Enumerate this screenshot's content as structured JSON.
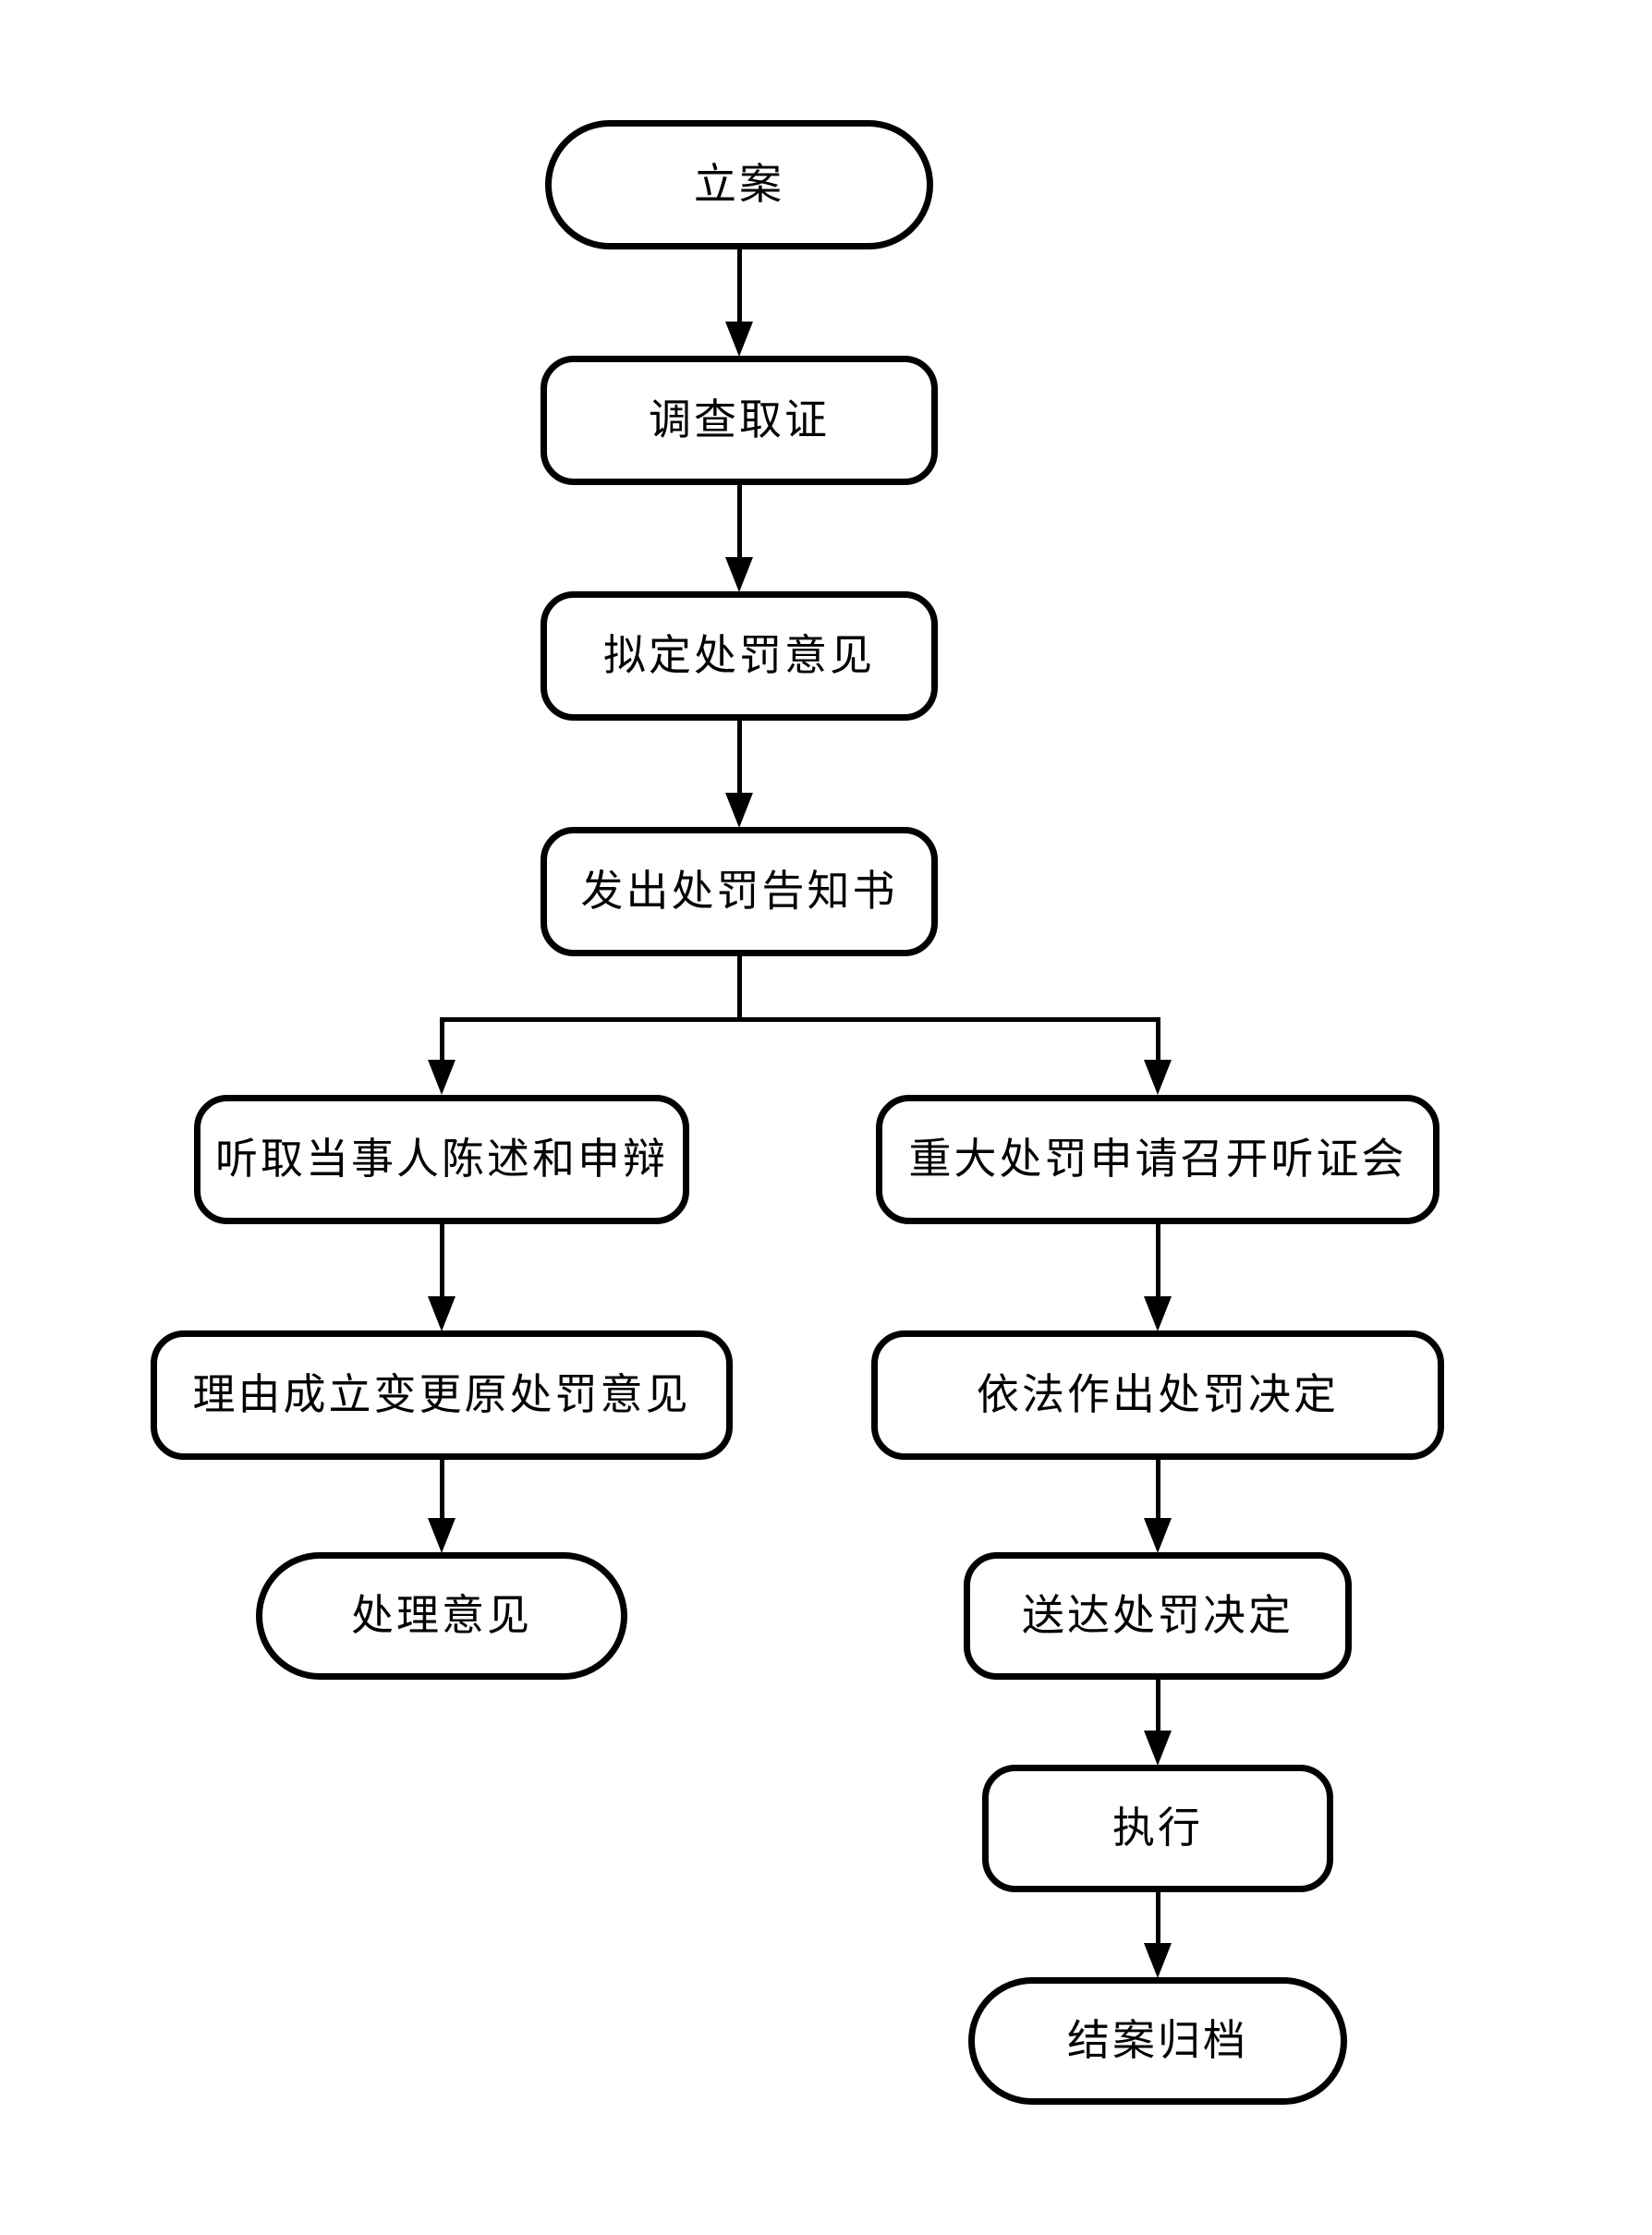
{
  "diagram": {
    "type": "flowchart",
    "background_color": "#ffffff",
    "line_color": "#000000",
    "text_color": "#000000",
    "nodes": {
      "start": {
        "label": "立案",
        "shape": "stadium"
      },
      "investigate": {
        "label": "调查取证",
        "shape": "rect"
      },
      "draft_opinion": {
        "label": "拟定处罚意见",
        "shape": "rect"
      },
      "issue_notice": {
        "label": "发出处罚告知书",
        "shape": "rect"
      },
      "hear_statement": {
        "label": "听取当事人陈述和申辩",
        "shape": "rect"
      },
      "change_opinion": {
        "label": "理由成立变更原处罚意见",
        "shape": "rect"
      },
      "handling_opinion": {
        "label": "处理意见",
        "shape": "stadium"
      },
      "hearing": {
        "label": "重大处罚申请召开听证会",
        "shape": "rect"
      },
      "make_decision": {
        "label": "依法作出处罚决定",
        "shape": "rect"
      },
      "deliver_decision": {
        "label": "送达处罚决定",
        "shape": "rect"
      },
      "execute": {
        "label": "执行",
        "shape": "rect"
      },
      "close_archive": {
        "label": "结案归档",
        "shape": "stadium"
      }
    },
    "edges": [
      {
        "from": "立案",
        "to": "调查取证"
      },
      {
        "from": "调查取证",
        "to": "拟定处罚意见"
      },
      {
        "from": "拟定处罚意见",
        "to": "发出处罚告知书"
      },
      {
        "from": "发出处罚告知书",
        "to": "听取当事人陈述和申辩"
      },
      {
        "from": "发出处罚告知书",
        "to": "重大处罚申请召开听证会"
      },
      {
        "from": "听取当事人陈述和申辩",
        "to": "理由成立变更原处罚意见"
      },
      {
        "from": "理由成立变更原处罚意见",
        "to": "处理意见"
      },
      {
        "from": "重大处罚申请召开听证会",
        "to": "依法作出处罚决定"
      },
      {
        "from": "依法作出处罚决定",
        "to": "送达处罚决定"
      },
      {
        "from": "送达处罚决定",
        "to": "执行"
      },
      {
        "from": "执行",
        "to": "结案归档"
      }
    ]
  }
}
